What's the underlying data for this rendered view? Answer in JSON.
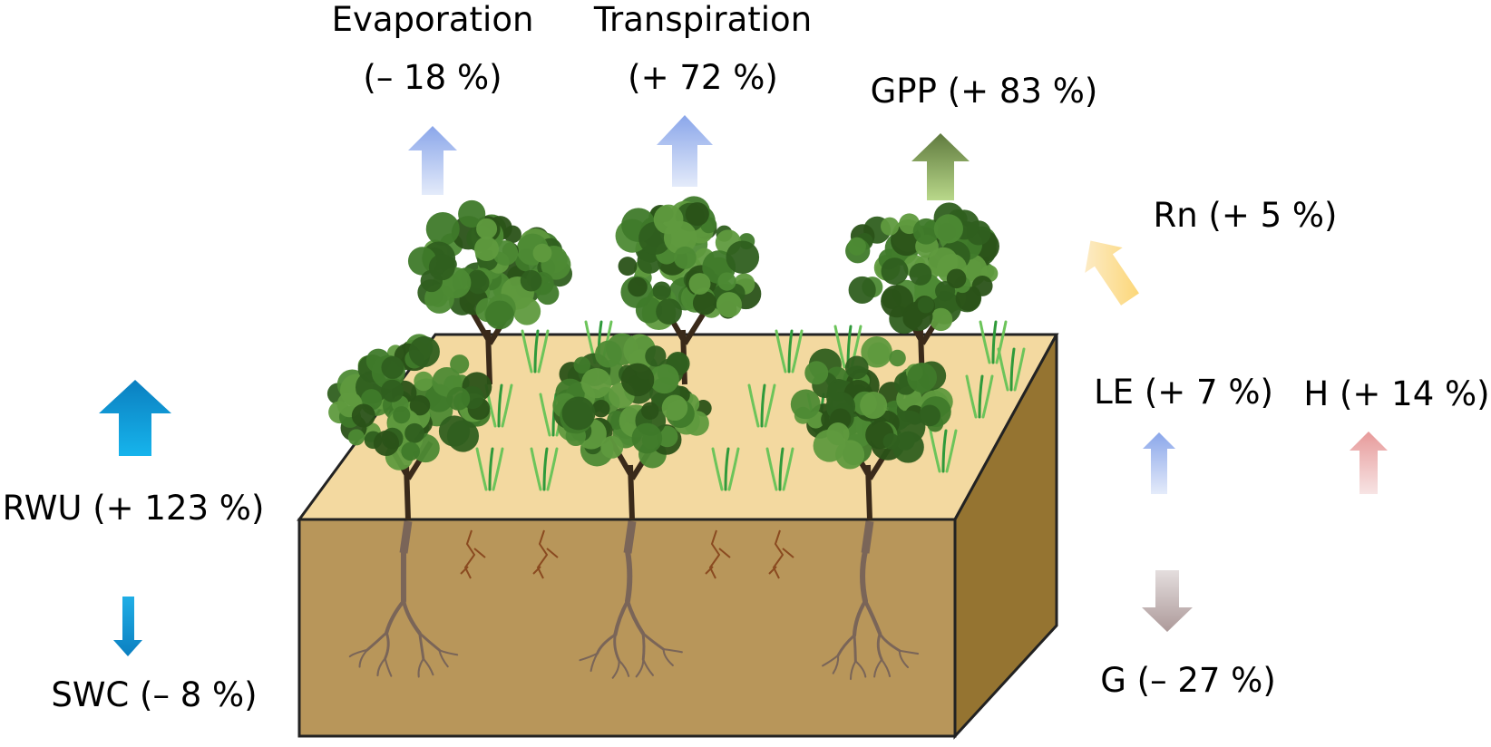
{
  "labels": {
    "evaporation": "Evaporation",
    "evaporation_change": "(– 18 %)",
    "transpiration": "Transpiration",
    "transpiration_change": "(+ 72 %)",
    "gpp": "GPP (+ 83 %)",
    "rn": "Rn (+ 5 %)",
    "le": "LE (+ 7 %)",
    "h": "H (+ 14 %)",
    "g": "G (– 27 %)",
    "rwu": "RWU (+ 123 %)",
    "swc": "SWC (– 8 %)"
  },
  "colors": {
    "soil_top": "#f3d9a0",
    "soil_front": "#b8965a",
    "soil_side": "#957431",
    "evaporation_arrow": "#8fa8e8",
    "gpp_arrow": "#6f8a45",
    "rwu_arrow": "#0f8fd0",
    "rn_arrow": "#fbd77a",
    "h_arrow": "#e8a0a0",
    "g_arrow": "#b0a0a0",
    "tree": "#3f7a2a",
    "root": "#7a6558"
  }
}
